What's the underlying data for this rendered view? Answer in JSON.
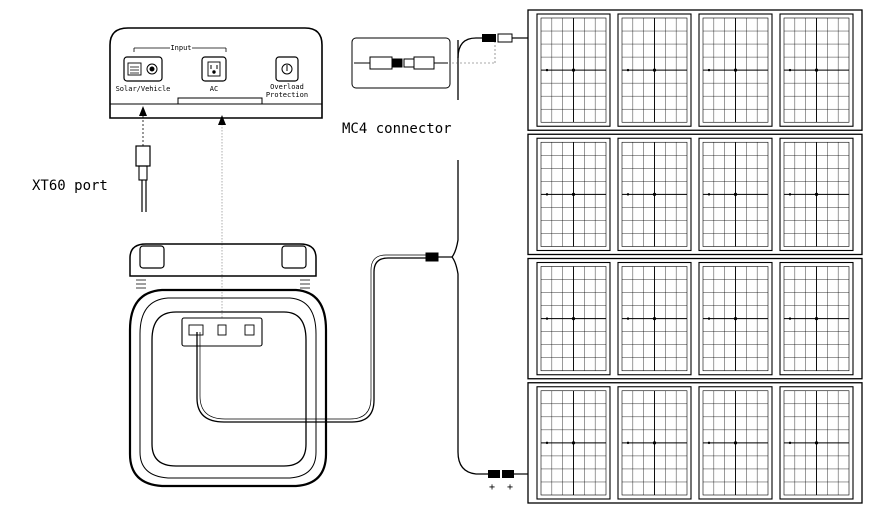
{
  "labels": {
    "xt60_port": "XT60 port",
    "mc4_connector": "MC4 connector",
    "input": "Input",
    "solar_vehicle": "Solar/Vehicle",
    "ac": "AC",
    "overload_line1": "Overload",
    "overload_line2": "Protection",
    "plus_left": "+",
    "plus_right": "+"
  },
  "solar_array": {
    "rows": 4,
    "panels_per_row": 4
  },
  "colors": {
    "line": "#000000",
    "background": "#ffffff"
  }
}
